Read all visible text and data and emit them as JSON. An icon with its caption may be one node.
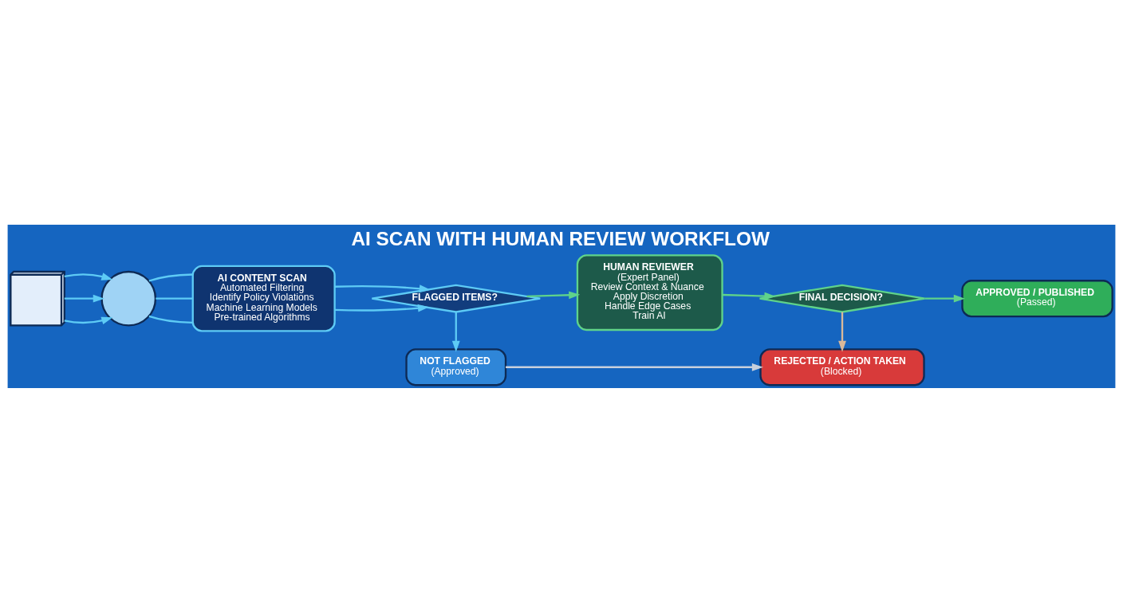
{
  "diagram": {
    "title": "AI SCAN WITH HUMAN REVIEW WORKFLOW",
    "nodes": [
      {
        "text": [],
        "shape": "picture"
      },
      {
        "text": [],
        "shape": "picture"
      },
      {
        "text": [
          "AI CONTENT SCAN",
          "Automated Filtering",
          "Identify Policy Violations",
          "Machine Learning Models",
          "Pre-trained Algorithms"
        ]
      },
      {
        "text": [
          "FLAGGED ITEMS?"
        ]
      },
      {
        "text": [
          "HUMAN REVIEWER",
          "(Expert Panel)",
          "Review Context & Nuance",
          "Apply Discretion",
          "Handle Edge Cases",
          "Train AI"
        ]
      },
      {
        "text": [
          "FINAL DECISION?"
        ]
      },
      {
        "text": [
          "APPROVED / PUBLISHED",
          "(Passed)"
        ]
      },
      {
        "text": [
          "NOT FLAGGED",
          "(Approved)"
        ]
      },
      {
        "text": [
          "REJECTED / ACTION TAKEN",
          "(Blocked)"
        ]
      }
    ],
    "edges": [
      {
        "from": 0,
        "to": 1,
        "arrow": "to"
      },
      {
        "from": 0,
        "to": 1,
        "arrow": "to"
      },
      {
        "from": 0,
        "to": 1,
        "arrow": "to"
      },
      {
        "from": 1,
        "to": 2,
        "arrow": "none"
      },
      {
        "from": 1,
        "to": 2,
        "arrow": "none"
      },
      {
        "from": 1,
        "to": 2,
        "arrow": "none"
      },
      {
        "from": 2,
        "to": 3,
        "arrow": "to"
      },
      {
        "from": 2,
        "to": 3,
        "arrow": "to"
      },
      {
        "from": 3,
        "to": 4,
        "arrow": "to",
        "color": "#5fd38a"
      },
      {
        "from": 3,
        "to": 7,
        "arrow": "to"
      },
      {
        "from": 4,
        "to": 5,
        "arrow": "to",
        "color": "#5fd38a"
      },
      {
        "from": 5,
        "to": 6,
        "arrow": "to",
        "color": "#5fd38a"
      },
      {
        "from": 5,
        "to": 8,
        "arrow": "to",
        "color": "#d9b89a"
      },
      {
        "from": 7,
        "to": 8,
        "arrow": "to",
        "color": "#c8d0dc"
      }
    ]
  }
}
